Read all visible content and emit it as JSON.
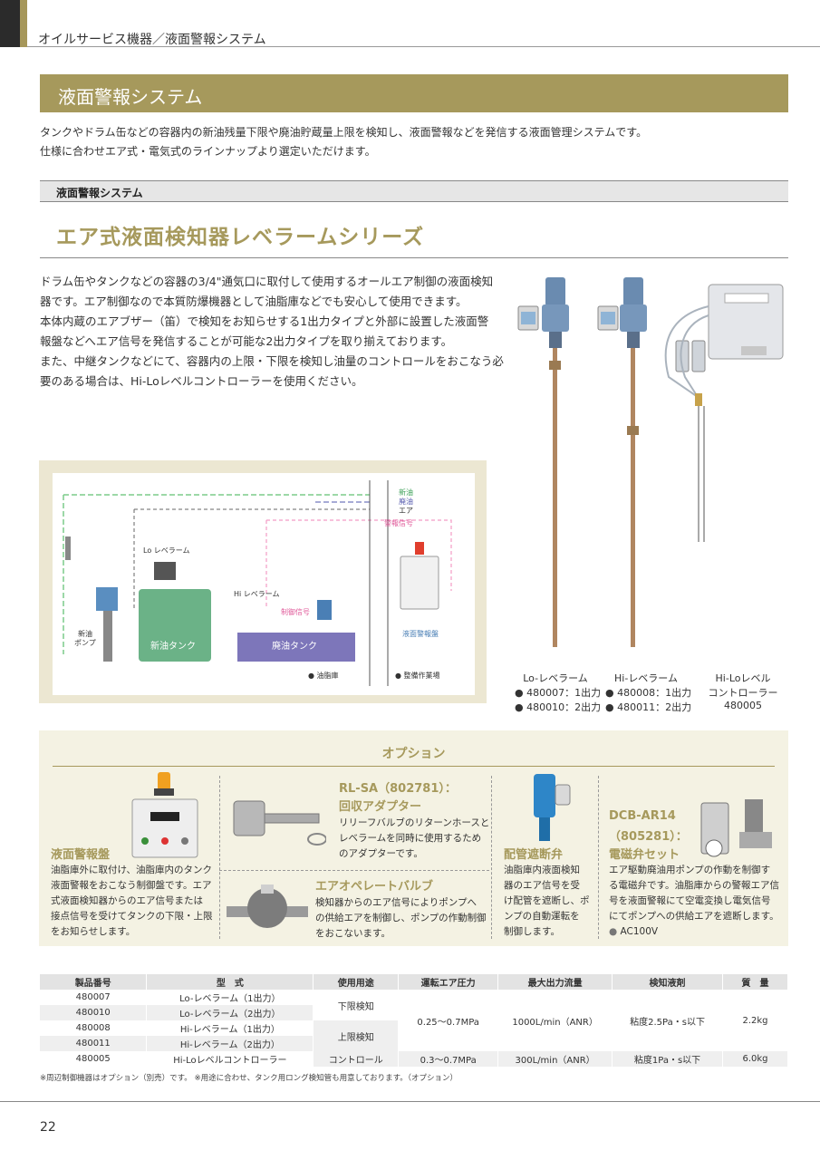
{
  "header": {
    "breadcrumb": "オイルサービス機器／液面警報システム"
  },
  "banner": {
    "title": "液面警報システム"
  },
  "intro": [
    "タンクやドラム缶などの容器内の新油残量下限や廃油貯蔵量上限を検知し、液面警報などを発信する液面管理システムです。",
    "仕様に合わせエア式・電気式のラインナップより選定いただけます。"
  ],
  "section": {
    "label": "液面警報システム",
    "series_title": "エア式液面検知器レベラームシリーズ",
    "body": [
      "ドラム缶やタンクなどの容器の3/4\"通気口に取付して使用するオールエア制御の液面検知",
      "器です。エア制御なので本質防爆機器として油脂庫などでも安心して使用できます。",
      "本体内蔵のエアブザー（笛）で検知をお知らせする1出力タイプと外部に設置した液面警",
      "報盤などへエア信号を発信することが可能な2出力タイプを取り揃えております。",
      "また、中継タンクなどにて、容器内の上限・下限を検知し油量のコントロールをおこなう必",
      "要のある場合は、Hi-Loレベルコントローラーを使用ください。"
    ]
  },
  "diagram": {
    "legend_new_oil": "新油",
    "legend_waste_oil": "廃油",
    "legend_air": "エア",
    "legend_alarm_signal": "警報信号",
    "lo_label": "Lo レベラーム",
    "hi_label": "Hi レベラーム",
    "control_signal": "制御信号",
    "pump_label_1": "新油",
    "pump_label_2": "ポンプ",
    "new_tank": "新油タンク",
    "waste_tank": "廃油タンク",
    "alarm_panel": "液面警報盤",
    "area_1": "油脂庫",
    "area_2": "整備作業場"
  },
  "products": [
    {
      "name": "Lo-レベラーム",
      "line1": "480007：1出力",
      "line2": "480010：2出力"
    },
    {
      "name": "Hi-レベラーム",
      "line1": "480008：1出力",
      "line2": "480011：2出力"
    },
    {
      "name": "Hi-Loレベル",
      "line1": "コントローラー",
      "line2": "480005"
    }
  ],
  "options": {
    "title": "オプション",
    "panel": {
      "name": "液面警報盤",
      "desc": [
        "油脂庫外に取付け、油脂庫内のタンク",
        "液面警報をおこなう制御盤です。エア",
        "式液面検知器からのエア信号または",
        "接点信号を受けてタンクの下限・上限",
        "をお知らせします。"
      ]
    },
    "adapter": {
      "name1": "RL-SA（802781）：",
      "name2": "回収アダプター",
      "desc": [
        "リリーフバルブのリターンホースと",
        "レベラームを同時に使用するため",
        "のアダプターです。"
      ]
    },
    "valve": {
      "name": "エアオペレートバルブ",
      "desc": [
        "検知器からのエア信号によりポンプへ",
        "の供給エアを制御し、ポンプの作動制御",
        "をおこないます。"
      ]
    },
    "shutoff": {
      "name": "配管遮断弁",
      "desc": [
        "油脂庫内液面検知",
        "器のエア信号を受",
        "け配管を遮断し、ポ",
        "ンプの自動運転を",
        "制御します。"
      ]
    },
    "solenoid": {
      "name1": "DCB-AR14",
      "name2": "（805281）：",
      "name3": "電磁弁セット",
      "desc": [
        "エア駆動廃油用ポンプの作動を制御す",
        "る電磁弁です。油脂庫からの警報エア信",
        "号を液面警報にて空電変換し電気信号",
        "にてポンプへの供給エアを遮断します。"
      ],
      "power": "AC100V"
    }
  },
  "spec_table": {
    "headers": [
      "製品番号",
      "型　式",
      "使用用途",
      "運転エア圧力",
      "最大出力流量",
      "検知液剤",
      "質　量"
    ],
    "codes": [
      "480007",
      "480010",
      "480008",
      "480011",
      "480005"
    ],
    "models": [
      "Lo-レベラーム（1出力）",
      "Lo-レベラーム（2出力）",
      "Hi-レベラーム（1出力）",
      "Hi-レベラーム（2出力）",
      "Hi-Loレベルコントローラー"
    ],
    "use_lower": "下限検知",
    "use_upper": "上限検知",
    "use_control": "コントロール",
    "pressure_a": "0.25～0.7MPa",
    "pressure_b": "0.3～0.7MPa",
    "flow_a": "1000L/min（ANR）",
    "flow_b": "300L/min（ANR）",
    "fluid_a": "粘度2.5Pa・s以下",
    "fluid_b": "粘度1Pa・s以下",
    "mass_a": "2.2kg",
    "mass_b": "6.0kg"
  },
  "note": "※周辺制御機器はオプション（別売）です。 ※用途に合わせ、タンク用ロング検知管も用意しております。（オプション）",
  "page_number": "22",
  "colors": {
    "accent": "#a6995c",
    "dark": "#2b2b2b"
  }
}
